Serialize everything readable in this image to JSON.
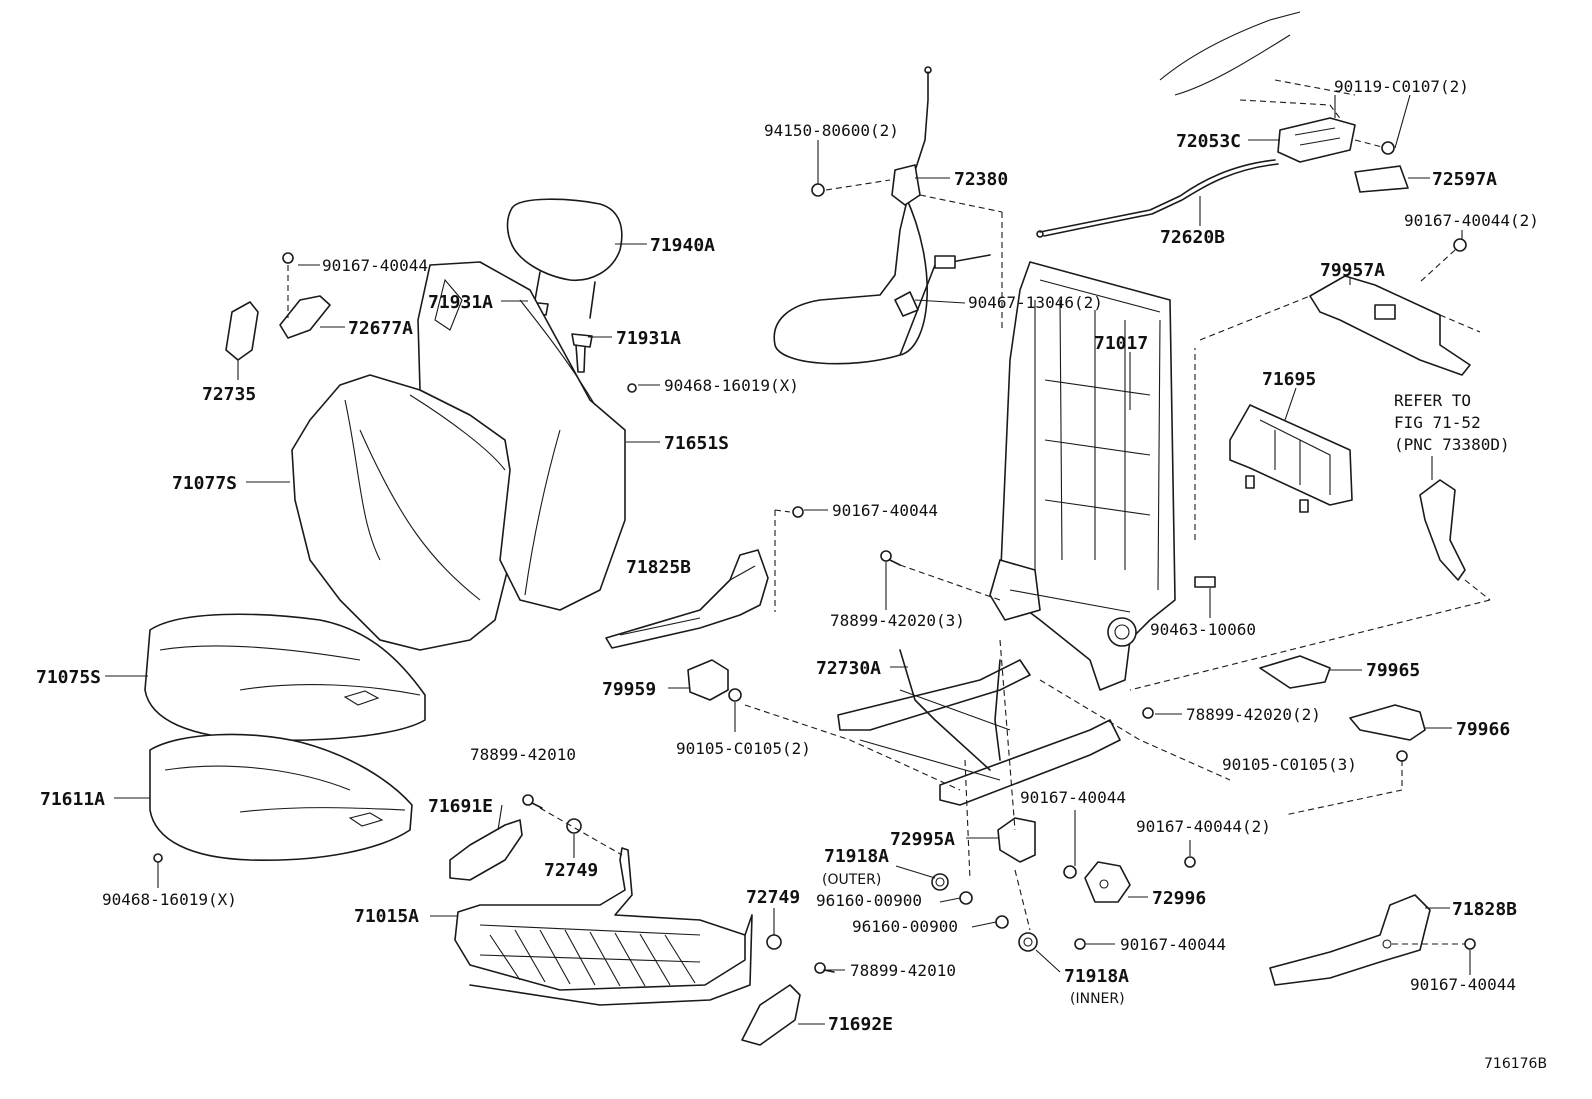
{
  "figure_id": "716176B",
  "labels": {
    "p94150": "94150-80600(2)",
    "p72380": "72380",
    "p90467": "90467-13046(2)",
    "p71940A": "71940A",
    "p90167a": "90167-40044",
    "p71931A_1": "71931A",
    "p72677A": "72677A",
    "p71931A_2": "71931A",
    "p72735": "72735",
    "p90468a": "90468-16019(X)",
    "p71651S": "71651S",
    "p71077S": "71077S",
    "p90167b": "90167-40044",
    "p71825B": "71825B",
    "p71075S": "71075S",
    "p79959": "79959",
    "p72730A": "72730A",
    "p90105a": "90105-C0105(2)",
    "p78899a": "78899-42010",
    "p71611A": "71611A",
    "p71691E": "71691E",
    "p72749a": "72749",
    "p90468b": "90468-16019(X)",
    "p71015A": "71015A",
    "p72749b": "72749",
    "p78899b": "78899-42010",
    "p71692E": "71692E",
    "p72053C": "72053C",
    "p90119": "90119-C0107(2)",
    "p72597A": "72597A",
    "p72620B": "72620B",
    "p90167c": "90167-40044(2)",
    "p79957A": "79957A",
    "p71017": "71017",
    "p71695": "71695",
    "refer1": "REFER TO",
    "refer2": "FIG 71-52",
    "refer3": "(PNC 73380D)",
    "p78899c": "78899-42020(3)",
    "p90463": "90463-10060",
    "p79965": "79965",
    "p78899d": "78899-42020(2)",
    "p79966": "79966",
    "p90105b": "90105-C0105(3)",
    "p90167d": "90167-40044",
    "p90167e": "90167-40044(2)",
    "p72995A": "72995A",
    "p71918A_outer": "71918A",
    "outer": "(OUTER)",
    "p96160a": "96160-00900",
    "p96160b": "96160-00900",
    "p72996": "72996",
    "p90167f": "90167-40044",
    "p71918A_inner": "71918A",
    "inner": "(INNER)",
    "p71828B": "71828B",
    "p90167g": "90167-40044"
  }
}
